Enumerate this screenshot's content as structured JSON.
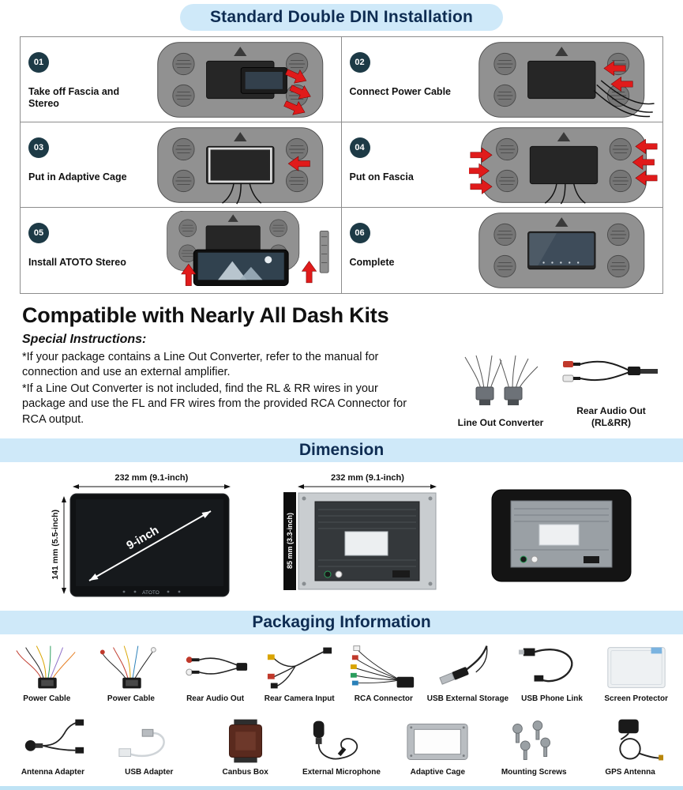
{
  "brand": "ATOTO",
  "header": {
    "title": "Standard Double DIN Installation"
  },
  "steps": [
    {
      "num": "01",
      "label": "Take off Fascia and Stereo"
    },
    {
      "num": "02",
      "label": "Connect Power Cable"
    },
    {
      "num": "03",
      "label": "Put in Adaptive Cage"
    },
    {
      "num": "04",
      "label": "Put on Fascia"
    },
    {
      "num": "05",
      "label": "Install ATOTO Stereo"
    },
    {
      "num": "06",
      "label": "Complete"
    }
  ],
  "compatible": {
    "title": "Compatible with Nearly All Dash Kits",
    "subtitle": "Special Instructions:",
    "line1": "*If your package contains a Line Out Converter, refer to the manual for connection and use an external amplifier.",
    "line2": "*If a Line Out Converter is not included, find the RL & RR wires in your package and use the FL and FR wires from the provided RCA Connector for RCA output.",
    "fig1_label": "Line Out Converter",
    "fig2_label": "Rear Audio Out",
    "fig2_sublabel": "(RL&RR)"
  },
  "dimension": {
    "title": "Dimension",
    "front_width": "232 mm (9.1-inch)",
    "front_height": "141 mm (5.5-inch)",
    "diagonal": "9-inch",
    "rear_width": "232 mm (9.1-inch)",
    "rear_depth": "85 mm (3.3-inch)"
  },
  "packaging": {
    "title": "Packaging Information",
    "row1": [
      "Power Cable",
      "Power Cable",
      "Rear Audio Out",
      "Rear Camera Input",
      "RCA Connector",
      "USB External Storage",
      "USB Phone Link",
      "Screen Protector"
    ],
    "row2": [
      "Antenna Adapter",
      "USB Adapter",
      "Canbus Box",
      "External Microphone",
      "Adaptive Cage",
      "Mounting Screws",
      "GPS Antenna"
    ]
  }
}
